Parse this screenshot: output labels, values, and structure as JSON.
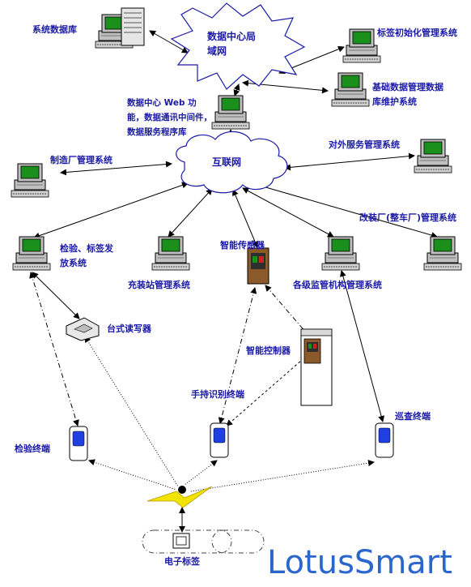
{
  "labels": {
    "sys_db": "系统数据库",
    "dc_lan": "数据中心局域网",
    "tag_init": "标签初始化管理系统",
    "base_data": "基础数据管理数据库维护系统",
    "dc_web": "数据中心 Web 功能，数据通讯中间件，数据服务程序库",
    "internet": "互联网",
    "factory": "制造厂管理系统",
    "external": "对外服务管理系统",
    "refit": "改装厂(整车厂)管理系统",
    "inspect_sys": "检验、标签发放系统",
    "filling": "充装站管理系统",
    "smart_sensor": "智能传感器",
    "supervision": "各级监管机构管理系统",
    "desktop_reader": "台式读写器",
    "smart_ctrl": "智能控制器",
    "handheld": "手持识别终端",
    "patrol": "巡查终端",
    "inspect_term": "检验终端",
    "etag": "电子标签"
  },
  "brand": "LotusSmart",
  "colors": {
    "label": "#1a1aa6",
    "brand": "#2a66cc",
    "monitor_screen": "#1b8f1b",
    "line": "#000000"
  }
}
